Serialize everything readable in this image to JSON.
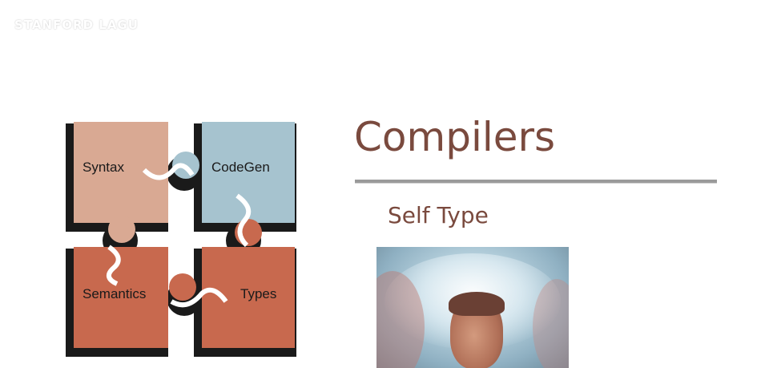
{
  "watermark": {
    "text": "STANFORD LAGU"
  },
  "puzzle": {
    "pieces": {
      "syntax": "Syntax",
      "codegen": "CodeGen",
      "semantics": "Semantics",
      "types": "Types"
    },
    "colors": {
      "syntax": "#d9a993",
      "codegen": "#a6c3cf",
      "semantics": "#c8694e",
      "types": "#c8694e",
      "shadow": "#1a1a1a"
    }
  },
  "slide": {
    "title": "Compilers",
    "subtitle": "Self Type"
  }
}
